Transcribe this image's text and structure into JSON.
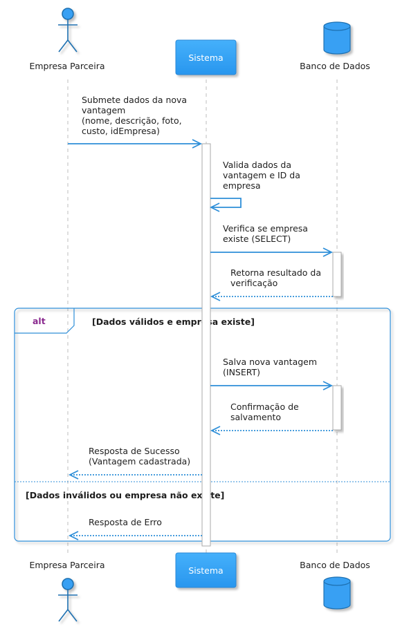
{
  "participants": {
    "partner": {
      "label": "Empresa Parceira",
      "icon": "actor-icon"
    },
    "system": {
      "label": "Sistema"
    },
    "db": {
      "label": "Banco de Dados",
      "icon": "database-icon"
    }
  },
  "messages": {
    "m1": [
      "Submete dados da nova",
      "vantagem",
      "(nome, descrição, foto,",
      "custo, idEmpresa)"
    ],
    "m2": [
      "Valida dados da",
      "vantagem e ID da",
      "empresa"
    ],
    "m3": [
      "Verifica se empresa",
      "existe (SELECT)"
    ],
    "m4": [
      "Retorna resultado da",
      "verificação"
    ],
    "m5": [
      "Salva nova vantagem",
      "(INSERT)"
    ],
    "m6": [
      "Confirmação de",
      "salvamento"
    ],
    "m7": [
      "Resposta de Sucesso",
      "(Vantagem cadastrada)"
    ],
    "m8": [
      "Resposta de Erro"
    ]
  },
  "alt": {
    "keyword": "alt",
    "guard1": "[Dados válidos e empresa existe]",
    "guard2": "[Dados inválidos ou empresa não existe]"
  },
  "colors": {
    "accent": "#2d8ed8",
    "box_fill": "#37a3f5",
    "lifeline": "#bdbdbd",
    "frame": "#2d8ed8",
    "alt_keyword": "#8a2a8f"
  }
}
